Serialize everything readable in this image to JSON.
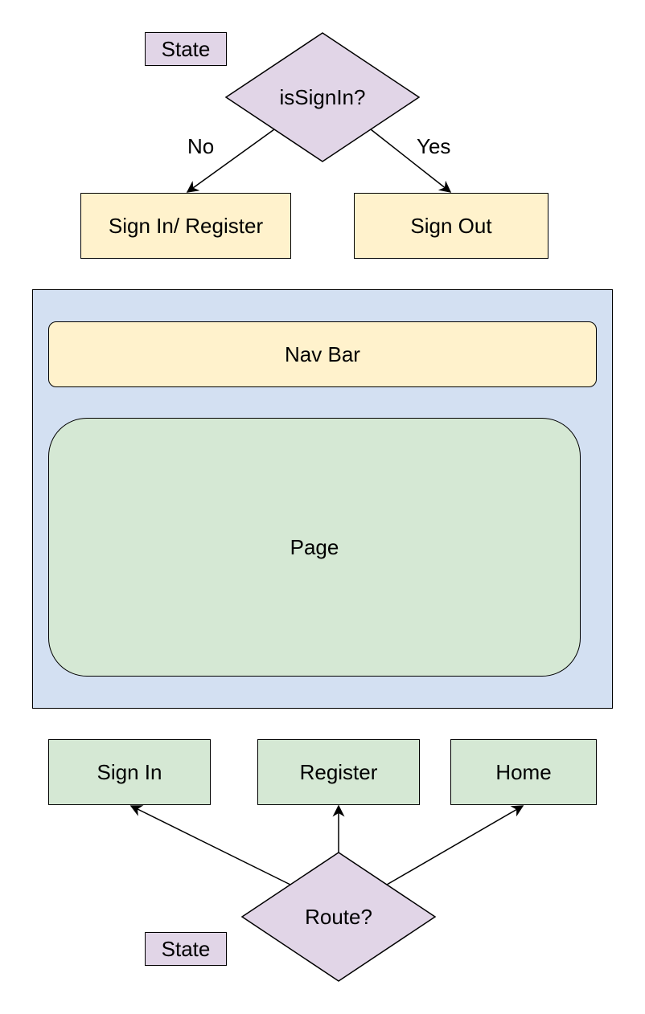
{
  "state_top": "State",
  "decision_top": "isSignIn?",
  "edge_no": "No",
  "edge_yes": "Yes",
  "signin_register": "Sign In/ Register",
  "sign_out": "Sign Out",
  "nav_bar": "Nav Bar",
  "page": "Page",
  "sign_in": "Sign In",
  "register": "Register",
  "home": "Home",
  "decision_bottom": "Route?",
  "state_bottom": "State",
  "colors": {
    "yellow": "#fff2cc",
    "green": "#d5e8d4",
    "purple": "#e1d5e7",
    "blue": "#d3e0f2"
  }
}
